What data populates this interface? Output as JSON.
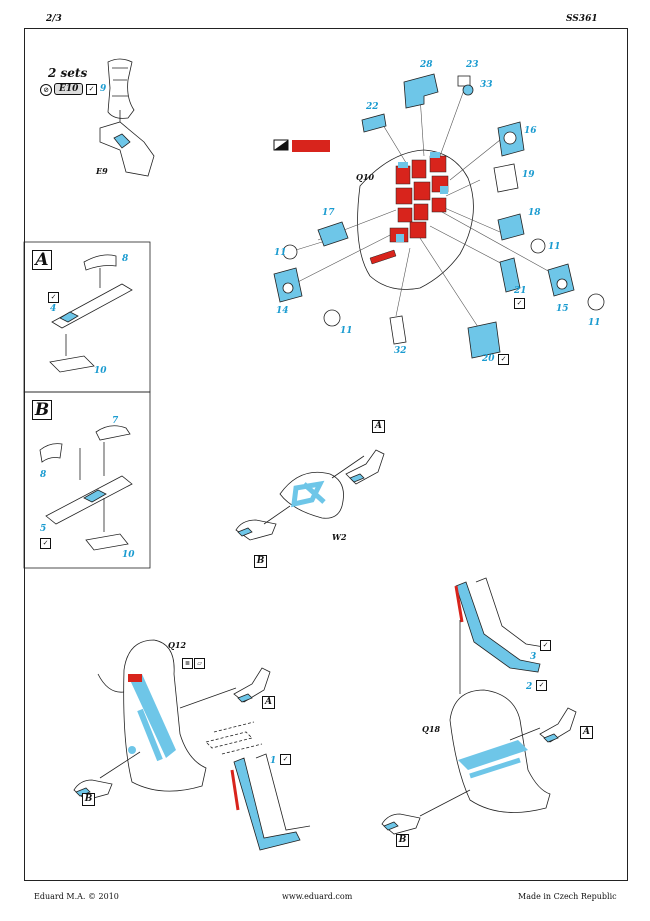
{
  "header": {
    "page": "2/3",
    "code": "SS361"
  },
  "footer": {
    "left": "Eduard M.A. © 2010",
    "center": "www.eduard.com",
    "right": "Made in Czech Republic"
  },
  "top_left": {
    "sets": "2 sets",
    "part_e10": "E10",
    "part_9": "9",
    "part_e9": "E9"
  },
  "box_a": {
    "letter": "A",
    "p8": "8",
    "p4": "4",
    "p10": "10"
  },
  "box_b": {
    "letter": "B",
    "p7": "7",
    "p8": "8",
    "p5": "5",
    "p10": "10"
  },
  "panel": {
    "q10": "Q10",
    "labels": {
      "p28": "28",
      "p23": "23",
      "p33": "33",
      "p22": "22",
      "p16": "16",
      "p19": "19",
      "p17": "17",
      "p18": "18",
      "p11a": "11",
      "p11b": "11",
      "p11c": "11",
      "p11d": "11",
      "p14": "14",
      "p21": "21",
      "p15": "15",
      "p32": "32",
      "p20": "20"
    },
    "paint_color": "#d8241c"
  },
  "middle": {
    "a": "A",
    "b": "B",
    "w2": "W2"
  },
  "seat1": {
    "q12": "Q12",
    "a": "A",
    "b": "B",
    "p1": "1"
  },
  "seat2": {
    "q18": "Q18",
    "a": "A",
    "b": "B",
    "p3": "3",
    "p2": "2"
  },
  "colors": {
    "part_blue": "#6ec6e8",
    "label_blue": "#1a9bd0",
    "red": "#d8241c"
  }
}
